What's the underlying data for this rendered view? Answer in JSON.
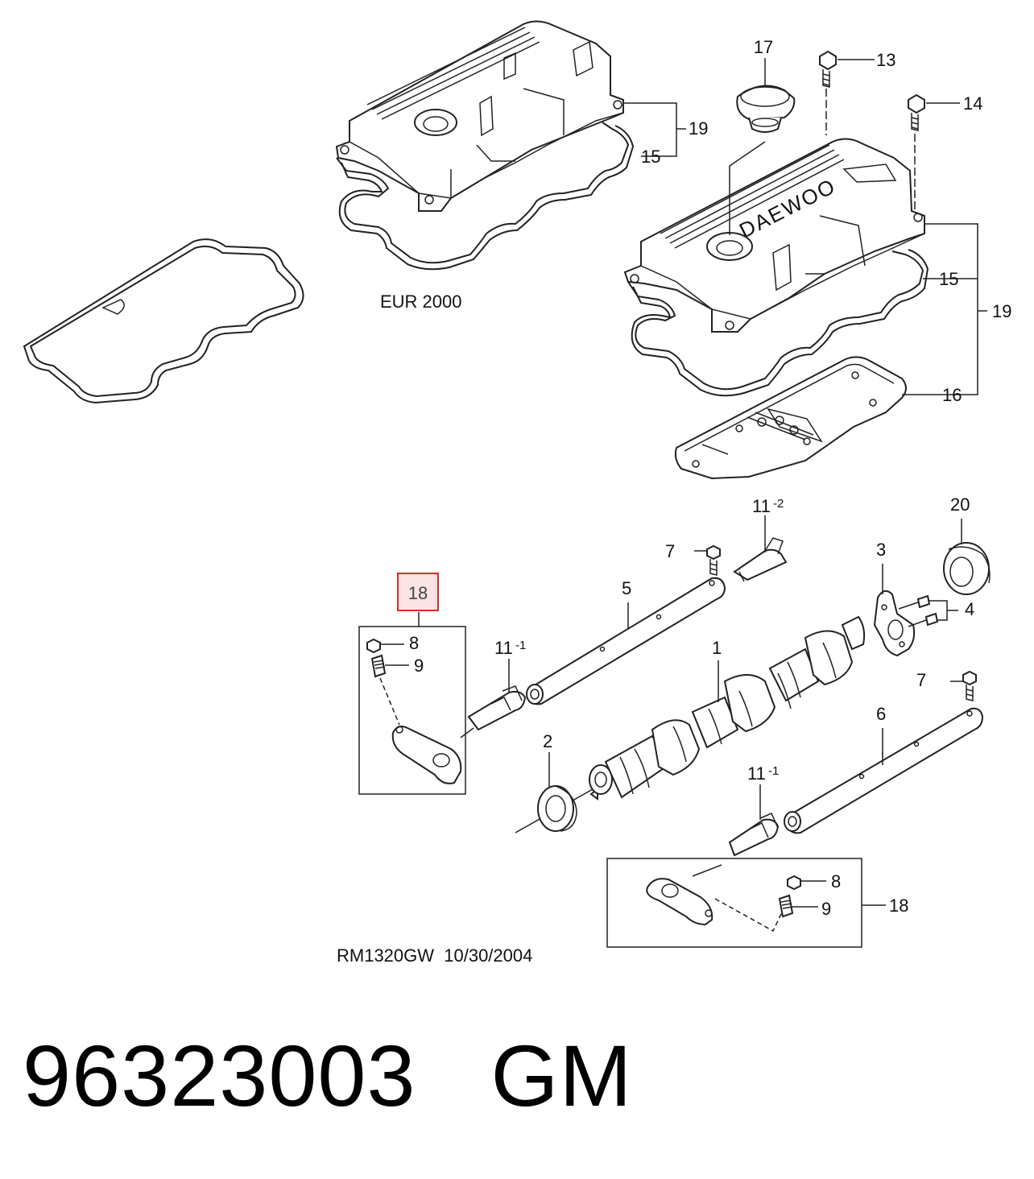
{
  "caption": {
    "eur_label": "EUR 2000",
    "drawing_ref": "RM1320GW  10/30/2004"
  },
  "callouts": {
    "n1": "1",
    "n2": "2",
    "n3": "3",
    "n4": "4",
    "n5": "5",
    "n6": "6",
    "n7a": "7",
    "n7b": "7",
    "n8a": "8",
    "n8b": "8",
    "n9a": "9",
    "n9b": "9",
    "n11_1a": "11",
    "n11_1a_sup": "-1",
    "n11_1b": "11",
    "n11_1b_sup": "-1",
    "n11_2": "11",
    "n11_2_sup": "-2",
    "n13": "13",
    "n14": "14",
    "n15a": "15",
    "n15b": "15",
    "n16": "16",
    "n17": "17",
    "n18_highlight": "18",
    "n18b": "18",
    "n19a": "19",
    "n19b": "19",
    "n20": "20"
  },
  "cover_logo": "DAEWOO",
  "highlight": {
    "part": "18",
    "border_color": "#e02a2a",
    "fill_color": "#fbe3e4"
  },
  "footer": {
    "part_number": "96323003",
    "brand": "GM",
    "text": "96323003   GM"
  }
}
